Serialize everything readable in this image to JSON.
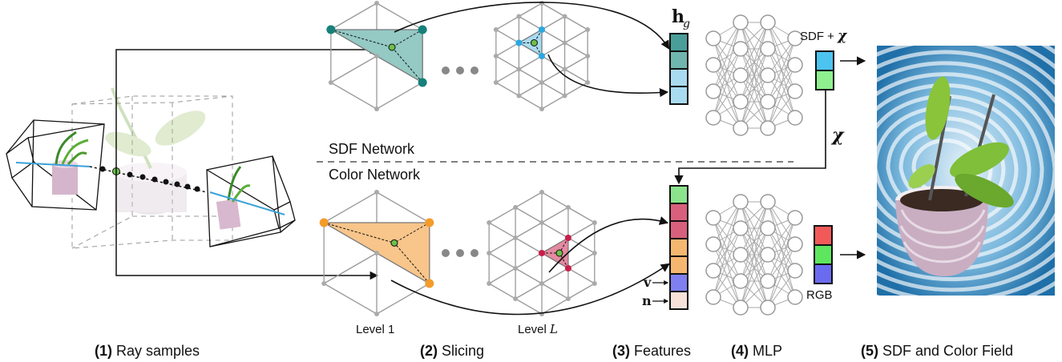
{
  "captions": {
    "step1_num": "(1)",
    "step1_text": " Ray samples",
    "step2_num": "(2)",
    "step2_text": " Slicing",
    "step3_num": "(3)",
    "step3_text": " Features",
    "step4_num": "(4)",
    "step4_text": " MLP",
    "step5_num": "(5)",
    "step5_text": " SDF and Color Field"
  },
  "networks": {
    "sdf": "SDF Network",
    "color": "Color Network"
  },
  "labels": {
    "hg_main": "h",
    "hg_sub": "g",
    "sdf_out": "SDF + ",
    "chi": "χ",
    "rgb": "RGB",
    "level1": "Level 1",
    "levelL_prefix": "Level ",
    "levelL_var": "L",
    "v": "v",
    "n": "n"
  },
  "colors": {
    "teal": "#4a9e9a",
    "teal_dark": "#16807b",
    "teal_fill": "#94c9c4",
    "blue": "#2aa8e0",
    "blue_fill": "#a9dbf0",
    "orange": "#f39c2a",
    "orange_fill": "#f8c58a",
    "crimson": "#c81e4a",
    "crimson_fill": "#e58aa1",
    "green": "#8be38b",
    "feature_pink": "#d8607d",
    "feature_orange": "#f5b770",
    "feature_purple": "#7f7ff0",
    "feature_skin": "#f8e1d8",
    "rgb_red": "#f25a5a",
    "rgb_green": "#5fe65f",
    "rgb_blue": "#6b6bf0",
    "sdf_cyan": "#4dc3f0",
    "sdf_green": "#8ef08e"
  },
  "icons": [
    "camera-frustum-icon",
    "plant-pot-image",
    "neural-network-icon",
    "sdf-color-field-image"
  ]
}
